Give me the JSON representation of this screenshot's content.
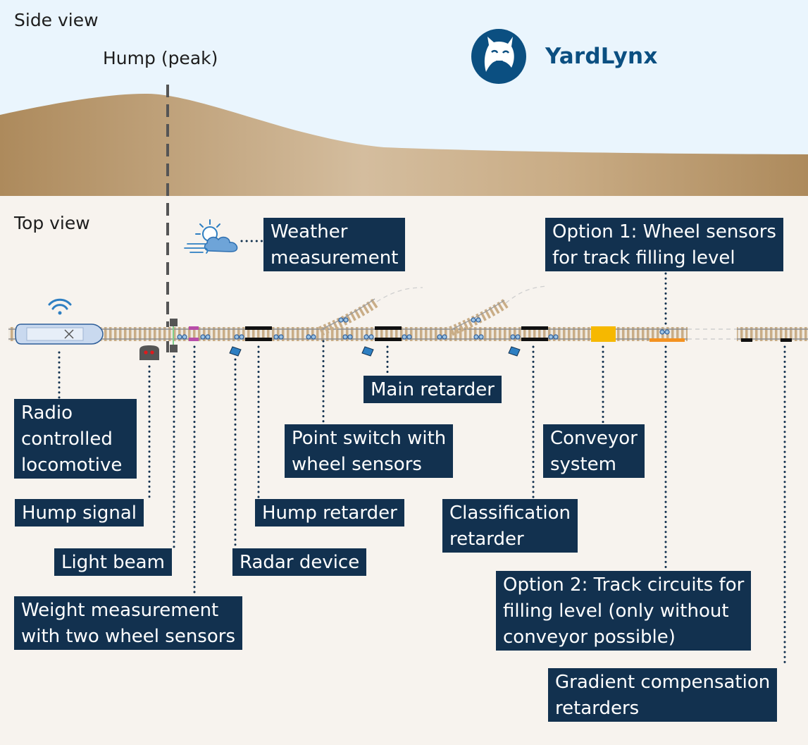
{
  "headings": {
    "side_view": "Side view",
    "top_view": "Top view",
    "hump_peak": "Hump (peak)"
  },
  "brand": {
    "name": "YardLynx",
    "color": "#0b4f81"
  },
  "labels": {
    "weather": [
      "Weather",
      "measurement"
    ],
    "option1": [
      "Option 1: Wheel sensors",
      "for track filling level"
    ],
    "radio_loco": [
      "Radio",
      "controlled",
      "locomotive"
    ],
    "main_retarder": "Main retarder",
    "point_switch": [
      "Point switch with",
      "wheel sensors"
    ],
    "conveyor": [
      "Conveyor",
      "system"
    ],
    "hump_signal": "Hump signal",
    "hump_retarder": "Hump retarder",
    "classification_retarder": [
      "Classification",
      "retarder"
    ],
    "light_beam": "Light beam",
    "radar": "Radar device",
    "option2": [
      "Option 2: Track circuits for",
      "filling level (only without",
      "conveyor possible)"
    ],
    "weight": [
      "Weight measurement",
      "with two wheel sensors"
    ],
    "gradient": [
      "Gradient compensation",
      "retarders"
    ]
  },
  "colors": {
    "label_bg": "#12314f",
    "label_text": "#ffffff",
    "sky": "#eaf5fd",
    "ground": "#f7f3ee",
    "hill_dark": "#ad8a5c",
    "hill_light": "#d4bd9e",
    "conveyor": "#f6b800",
    "track_circuit": "#f39221",
    "signal_light": "#e0191c"
  },
  "icons": [
    "wifi-icon",
    "locomotive-icon",
    "hump-signal-icon",
    "weather-icon",
    "radar-icon",
    "wheel-sensor-icon",
    "lynx-logo-icon"
  ]
}
